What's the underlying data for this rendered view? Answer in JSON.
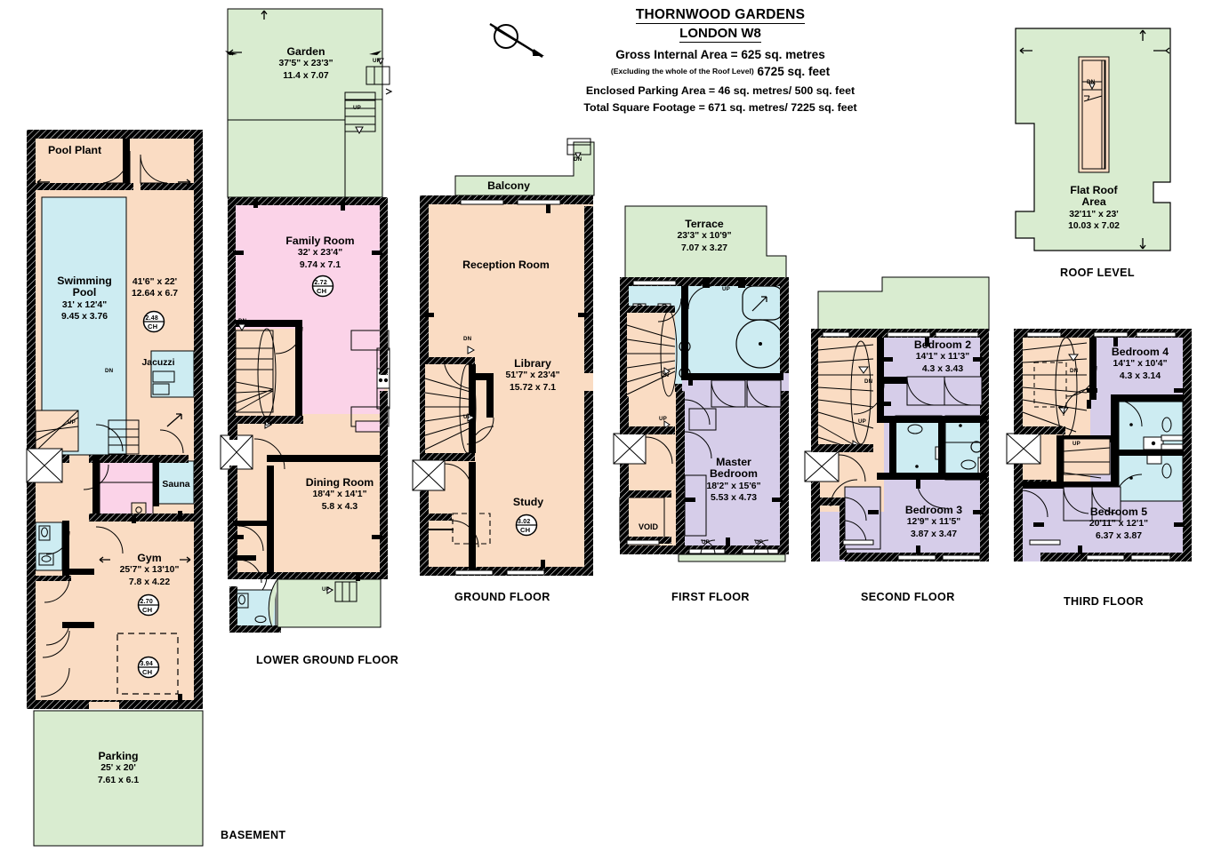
{
  "header": {
    "property_name": "THORNWOOD GARDENS",
    "location": "LONDON W8",
    "gross_internal_area": "Gross Internal Area = 625 sq. metres",
    "excluding_note": "(Excluding the whole of the Roof Level)",
    "gross_internal_sqft": "6725 sq. feet",
    "enclosed_parking": "Enclosed Parking Area = 46 sq. metres/ 500 sq. feet",
    "total_square_footage": "Total Square Footage = 671 sq. metres/ 7225 sq. feet",
    "compass": "north-arrow"
  },
  "floors": [
    {
      "id": "basement",
      "label": "BASEMENT",
      "rooms": [
        {
          "name": "Pool Plant",
          "imperial": "",
          "metric": ""
        },
        {
          "name": "Swimming",
          "name2": "Pool",
          "imperial": "31' x 12'4\"",
          "metric": "9.45 x 3.76"
        },
        {
          "name": "",
          "imperial": "41'6\" x 22'",
          "metric": "12.64 x 6.7"
        },
        {
          "name": "Jacuzzi",
          "imperial": "",
          "metric": ""
        },
        {
          "name": "Sauna",
          "imperial": "",
          "metric": ""
        },
        {
          "name": "Gym",
          "imperial": "25'7\" x 13'10\"",
          "metric": "7.8 x 4.22"
        },
        {
          "name": "Parking",
          "imperial": "25' x 20'",
          "metric": "7.61 x 6.1"
        }
      ],
      "ceiling_heights": [
        "2.48",
        "2.70",
        "3.94"
      ],
      "stair_tags": [
        "DN",
        "UP",
        "DN"
      ]
    },
    {
      "id": "lower-ground",
      "label": "LOWER GROUND FLOOR",
      "rooms": [
        {
          "name": "Garden",
          "imperial": "37'5\" x 23'3\"",
          "metric": "11.4 x 7.07"
        },
        {
          "name": "Family Room",
          "imperial": "32' x 23'4\"",
          "metric": "9.74 x 7.1"
        },
        {
          "name": "Dining Room",
          "imperial": "18'4\" x 14'1\"",
          "metric": "5.8 x 4.3"
        }
      ],
      "ceiling_heights": [
        "2.72"
      ],
      "stair_tags": [
        "UP",
        "UP",
        "DN",
        "UP",
        "UP"
      ]
    },
    {
      "id": "ground",
      "label": "GROUND FLOOR",
      "rooms": [
        {
          "name": "Balcony",
          "imperial": "",
          "metric": ""
        },
        {
          "name": "Reception Room",
          "imperial": "",
          "metric": ""
        },
        {
          "name": "Library",
          "imperial": "51'7\" x 23'4\"",
          "metric": "15.72 x 7.1"
        },
        {
          "name": "Study",
          "imperial": "",
          "metric": ""
        }
      ],
      "ceiling_heights": [
        "3.02"
      ],
      "stair_tags": [
        "DN",
        "DN",
        "UP"
      ]
    },
    {
      "id": "first",
      "label": "FIRST FLOOR",
      "rooms": [
        {
          "name": "Terrace",
          "imperial": "23'3\" x 10'9\"",
          "metric": "7.07 x 3.27"
        },
        {
          "name": "Master",
          "name2": "Bedroom",
          "imperial": "18'2\" x 15'6\"",
          "metric": "5.53 x 4.73"
        },
        {
          "name": "VOID",
          "imperial": "",
          "metric": ""
        }
      ],
      "ceiling_heights": [],
      "stair_tags": [
        "UP",
        "DN",
        "UP",
        "UP",
        "UP"
      ]
    },
    {
      "id": "second",
      "label": "SECOND FLOOR",
      "rooms": [
        {
          "name": "Bedroom 2",
          "imperial": "14'1\" x 11'3\"",
          "metric": "4.3 x 3.43"
        },
        {
          "name": "Bedroom 3",
          "imperial": "12'9\" x 11'5\"",
          "metric": "3.87 x 3.47"
        }
      ],
      "ceiling_heights": [],
      "stair_tags": [
        "DN",
        "UP"
      ]
    },
    {
      "id": "third",
      "label": "THIRD FLOOR",
      "rooms": [
        {
          "name": "Bedroom 4",
          "imperial": "14'1\" x 10'4\"",
          "metric": "4.3 x 3.14"
        },
        {
          "name": "Bedroom 5",
          "imperial": "20'11\" x 12'1\"",
          "metric": "6.37 x 3.87"
        }
      ],
      "ceiling_heights": [],
      "stair_tags": [
        "DN",
        "UP"
      ]
    },
    {
      "id": "roof",
      "label": "ROOF LEVEL",
      "rooms": [
        {
          "name": "Flat Roof",
          "name2": "Area",
          "imperial": "32'11\" x 23'",
          "metric": "10.03 x 7.02"
        }
      ],
      "ceiling_heights": [],
      "stair_tags": [
        "DN"
      ]
    }
  ],
  "ceiling_height_unit": "CH",
  "colors": {
    "wall": "#000000",
    "living_peach": "#fadcc3",
    "garden_green": "#d9ecd0",
    "water_blue": "#cdecf2",
    "bedroom_purple": "#d6cde9",
    "family_pink": "#fbd3e8",
    "outline": "#000000"
  }
}
